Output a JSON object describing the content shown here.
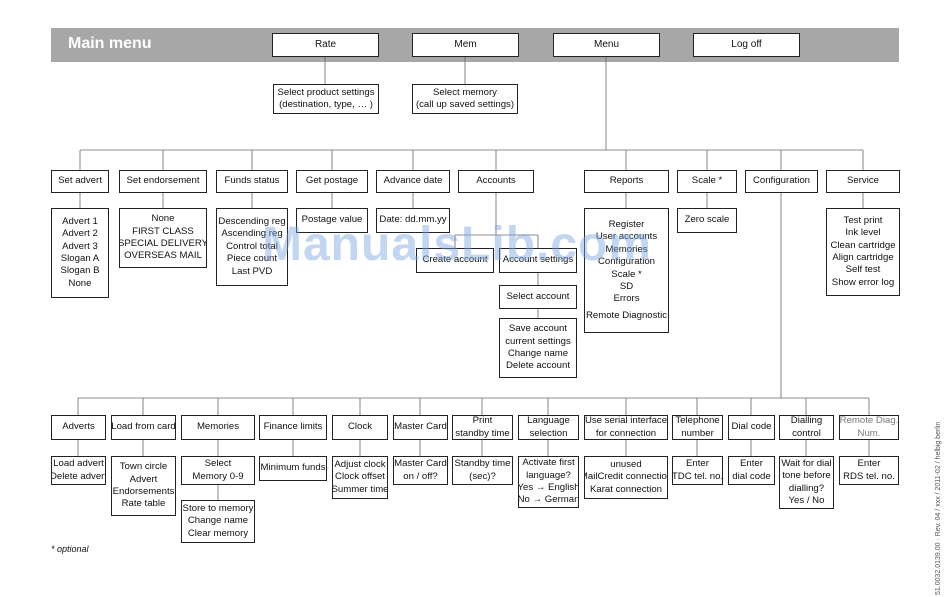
{
  "header": {
    "title": "Main menu"
  },
  "side_note": "51.0032.0139.00 · Rev. 04 / xxx / 2011-02 / helbig berlin",
  "optional_note": "* optional",
  "watermark": "ManualsLib.com",
  "nodes": [
    {
      "id": "rate",
      "lines": [
        "Rate"
      ],
      "interactable": true
    },
    {
      "id": "mem",
      "lines": [
        "Mem"
      ],
      "interactable": true
    },
    {
      "id": "menu",
      "lines": [
        "Menu"
      ],
      "interactable": true
    },
    {
      "id": "logoff",
      "lines": [
        "Log off"
      ],
      "interactable": true
    },
    {
      "id": "rate_sub",
      "lines": [
        "Select product settings",
        "(destination, type, … )"
      ]
    },
    {
      "id": "mem_sub",
      "lines": [
        "Select memory",
        "(call up saved settings)"
      ]
    },
    {
      "id": "set_advert",
      "lines": [
        "Set advert"
      ]
    },
    {
      "id": "set_endorsement",
      "lines": [
        "Set endorsement"
      ]
    },
    {
      "id": "funds_status",
      "lines": [
        "Funds status"
      ]
    },
    {
      "id": "get_postage",
      "lines": [
        "Get postage"
      ]
    },
    {
      "id": "advance_date",
      "lines": [
        "Advance date"
      ]
    },
    {
      "id": "accounts",
      "lines": [
        "Accounts"
      ]
    },
    {
      "id": "reports",
      "lines": [
        "Reports"
      ]
    },
    {
      "id": "scale",
      "lines": [
        "Scale *"
      ]
    },
    {
      "id": "configuration",
      "lines": [
        "Configuration"
      ]
    },
    {
      "id": "service",
      "lines": [
        "Service"
      ]
    },
    {
      "id": "set_advert_sub",
      "lines": [
        "Advert 1",
        "Advert 2",
        "Advert 3",
        "Slogan A",
        "Slogan B",
        "None"
      ]
    },
    {
      "id": "set_endorsement_sub",
      "lines": [
        "None",
        "FIRST CLASS",
        "SPECIAL DELIVERY",
        "OVERSEAS MAIL"
      ]
    },
    {
      "id": "funds_status_sub",
      "lines": [
        "Descending reg",
        "Ascending reg",
        "Control total",
        "Piece count",
        "Last PVD"
      ]
    },
    {
      "id": "get_postage_sub",
      "lines": [
        "Postage value"
      ]
    },
    {
      "id": "advance_date_sub",
      "lines": [
        "Date: dd.mm.yy"
      ]
    },
    {
      "id": "create_account",
      "lines": [
        "Create account"
      ]
    },
    {
      "id": "account_settings",
      "lines": [
        "Account settings"
      ]
    },
    {
      "id": "select_account",
      "lines": [
        "Select account"
      ]
    },
    {
      "id": "select_account_sub",
      "lines": [
        "Save account",
        "current settings",
        "Change name",
        "Delete account"
      ]
    },
    {
      "id": "reports_sub",
      "lines": [
        "Register",
        "User accounts",
        "Memories",
        "Configuration",
        "Scale *",
        "SD",
        "Errors",
        "",
        "Remote Diagnostic"
      ]
    },
    {
      "id": "scale_sub",
      "lines": [
        "Zero scale"
      ]
    },
    {
      "id": "service_sub",
      "lines": [
        "Test print",
        "Ink level",
        "Clean cartridge",
        "Align cartridge",
        "Self test",
        "Show error log"
      ]
    },
    {
      "id": "adverts",
      "lines": [
        "Adverts"
      ]
    },
    {
      "id": "load_from_card",
      "lines": [
        "Load from card"
      ]
    },
    {
      "id": "memories",
      "lines": [
        "Memories"
      ]
    },
    {
      "id": "finance_limits",
      "lines": [
        "Finance limits"
      ]
    },
    {
      "id": "clock",
      "lines": [
        "Clock"
      ]
    },
    {
      "id": "master_card",
      "lines": [
        "Master Card"
      ]
    },
    {
      "id": "print_standby",
      "lines": [
        "Print",
        "standby time"
      ]
    },
    {
      "id": "language",
      "lines": [
        "Language",
        "selection"
      ]
    },
    {
      "id": "serial",
      "lines": [
        "Use serial interface",
        "for connection"
      ]
    },
    {
      "id": "telephone",
      "lines": [
        "Telephone",
        "number"
      ]
    },
    {
      "id": "dial_code",
      "lines": [
        "Dial code"
      ]
    },
    {
      "id": "dialling_control",
      "lines": [
        "Dialling",
        "control"
      ]
    },
    {
      "id": "remote_diag",
      "lines": [
        "Remote Diag.",
        "Num."
      ]
    },
    {
      "id": "adverts_sub",
      "lines": [
        "Load advert",
        "Delete advert"
      ]
    },
    {
      "id": "load_from_card_sub",
      "lines": [
        "Town circle",
        "Advert",
        "Endorsements",
        "Rate table"
      ]
    },
    {
      "id": "memories_sub",
      "lines": [
        "Select",
        "Memory 0-9"
      ]
    },
    {
      "id": "memories_sub2",
      "lines": [
        "Store to memory",
        "Change name",
        "Clear memory"
      ]
    },
    {
      "id": "finance_limits_sub",
      "lines": [
        "Minimum funds"
      ]
    },
    {
      "id": "clock_sub",
      "lines": [
        "Adjust clock",
        "Clock offset",
        "Summer time"
      ]
    },
    {
      "id": "master_card_sub",
      "lines": [
        "Master Card",
        "on / off?"
      ]
    },
    {
      "id": "print_standby_sub",
      "lines": [
        "Standby time",
        "(sec)?"
      ]
    },
    {
      "id": "language_sub",
      "lines": [
        "Activate first",
        "language?",
        "Yes → English",
        "No   → German"
      ]
    },
    {
      "id": "serial_sub",
      "lines": [
        "unused",
        "MailCredit connection",
        "Karat connection"
      ]
    },
    {
      "id": "telephone_sub",
      "lines": [
        "Enter",
        "TDC tel. no."
      ]
    },
    {
      "id": "dial_code_sub",
      "lines": [
        "Enter",
        "dial code"
      ]
    },
    {
      "id": "dialling_control_sub",
      "lines": [
        "Wait for dial",
        "tone before",
        "dialling?",
        "Yes / No"
      ]
    },
    {
      "id": "remote_diag_sub",
      "lines": [
        "Enter",
        "RDS tel. no."
      ]
    }
  ]
}
